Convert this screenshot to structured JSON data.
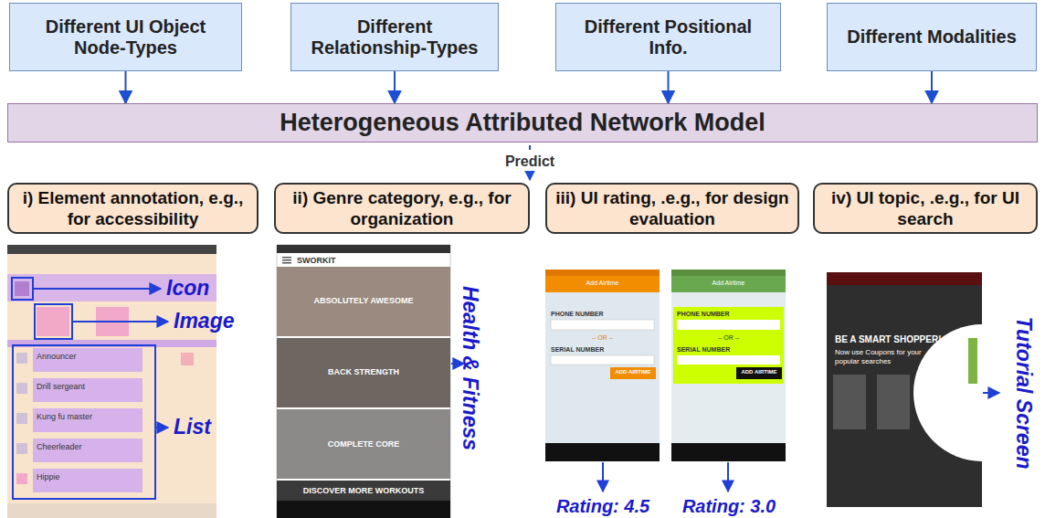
{
  "diagram": {
    "nodes": [
      {
        "text": [
          "Different UI Object Node-Types"
        ]
      },
      {
        "text": [
          "Different Relationship-Types"
        ]
      },
      {
        "text": [
          "Different Positional Info."
        ]
      },
      {
        "text": [
          "Different Modalities"
        ]
      },
      {
        "text": [
          "Heterogeneous Attributed Network Model"
        ]
      },
      {
        "text": [
          "i) Element annotation, e.g., for accessibility"
        ]
      },
      {
        "text": [
          "ii) Genre category, e.g., for organization"
        ]
      },
      {
        "text": [
          "iii) UI rating, .e.g., for design evaluation"
        ]
      },
      {
        "text": [
          "iv) UI topic, .e.g., for UI search"
        ]
      }
    ],
    "edges": [
      {
        "from": 0,
        "to": 4,
        "arrow": "to"
      },
      {
        "from": 1,
        "to": 4,
        "arrow": "to"
      },
      {
        "from": 2,
        "to": 4,
        "arrow": "to"
      },
      {
        "from": 3,
        "to": 4,
        "arrow": "to"
      }
    ],
    "labels": [
      "Predict",
      "Icon",
      "Image",
      "List",
      "Health & Fitness",
      "Rating: 4.5",
      "Rating: 3.0",
      "Tutorial Screen",
      "Announcer",
      "Drill sergeant",
      "Kung fu master",
      "Cheerleader",
      "Hippie",
      "SWORKIT",
      "ABSOLUTELY AWESOME",
      "BACK STRENGTH",
      "COMPLETE CORE",
      "DISCOVER MORE WORKOUTS",
      "Add Airtime",
      "PHONE NUMBER",
      "-- OR --",
      "SERIAL NUMBER",
      "ADD AIRTIME",
      "Add Airtime",
      "PHONE NUMBER",
      "-- OR --",
      "SERIAL NUMBER",
      "ADD AIRTIME",
      "BE A SMART SHOPPER!",
      "Now use Coupons for your popular searches"
    ]
  }
}
